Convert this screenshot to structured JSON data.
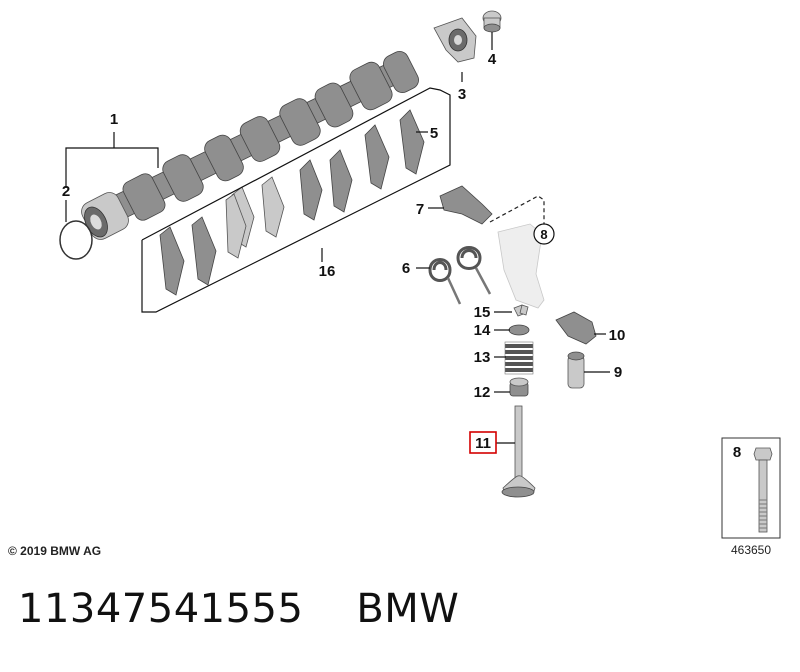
{
  "diagram": {
    "callouts": {
      "c1": "1",
      "c2": "2",
      "c3": "3",
      "c4": "4",
      "c5": "5",
      "c6": "6",
      "c7": "7",
      "c8": "8",
      "c9": "9",
      "c10": "10",
      "c11": "11",
      "c12": "12",
      "c13": "13",
      "c14": "14",
      "c15": "15",
      "c16": "16"
    },
    "highlighted_callout": "11",
    "highlight_color": "#d40000",
    "inset_label": "8",
    "figure_number": "463650",
    "copyright": "© 2019 BMW AG"
  },
  "caption": {
    "part_number": "11347541555",
    "brand": "BMW"
  }
}
